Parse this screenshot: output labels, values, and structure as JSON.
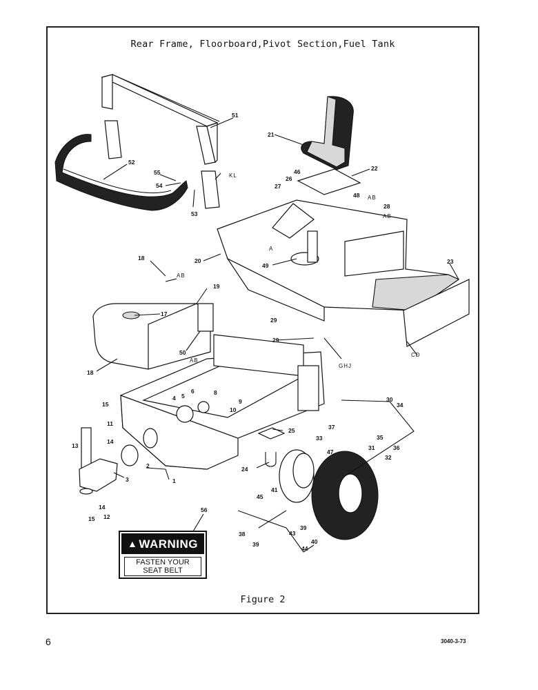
{
  "figure": {
    "title": "Rear Frame, Floorboard,Pivot Section,Fuel Tank",
    "caption": "Figure 2"
  },
  "page": {
    "number": "6",
    "code": "3040-3-73"
  },
  "warning_decal": {
    "header": "WARNING",
    "line1": "FASTEN YOUR",
    "line2": "SEAT BELT"
  },
  "callouts": {
    "c1": "1",
    "c2": "2",
    "c3": "3",
    "c4": "4",
    "c5": "5",
    "c6": "6",
    "c8": "8",
    "c9": "9",
    "c10": "10",
    "c11": "11",
    "c12": "12",
    "c13": "13",
    "c14a": "14",
    "c14b": "14",
    "c15a": "15",
    "c15b": "15",
    "c17": "17",
    "c18a": "18",
    "c18b": "18",
    "c19": "19",
    "c20": "20",
    "c21": "21",
    "c22": "22",
    "c23": "23",
    "c24": "24",
    "c25": "25",
    "c26": "26",
    "c27": "27",
    "c28": "28",
    "c29a": "29",
    "c29b": "29",
    "c30": "30",
    "c31": "31",
    "c32": "32",
    "c33": "33",
    "c34": "34",
    "c35": "35",
    "c36": "36",
    "c37": "37",
    "c38": "38",
    "c39a": "39",
    "c39b": "39",
    "c40": "40",
    "c41": "41",
    "c43": "43",
    "c44": "44",
    "c45": "45",
    "c46": "46",
    "c47": "47",
    "c48": "48",
    "c49": "49",
    "c50": "50",
    "c51": "51",
    "c52": "52",
    "c53": "53",
    "c54": "54",
    "c55": "55",
    "c56": "56",
    "ab1": "AB",
    "ab2": "AB",
    "ab3": "AB",
    "ab4": "AB",
    "kl": "KL",
    "ghj": "GHJ",
    "cd": "CD",
    "a": "A"
  }
}
